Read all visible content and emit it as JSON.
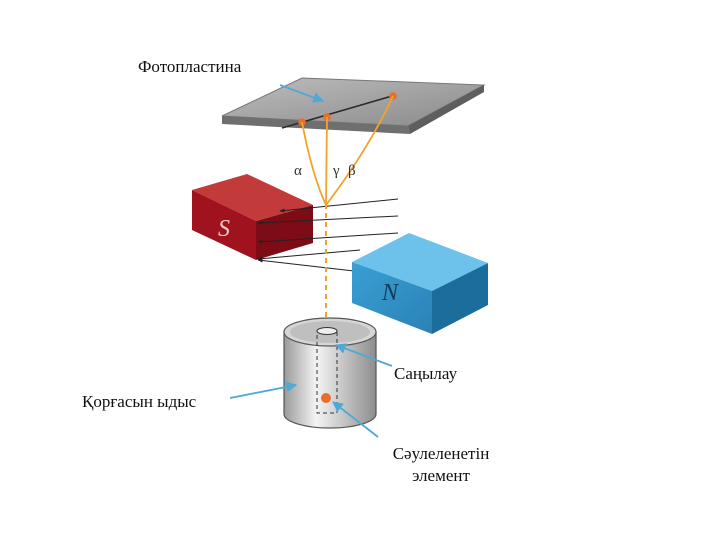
{
  "labels": {
    "photoplate": "Фотопластина",
    "slit": "Саңылау",
    "lead_container": "Қорғасын ыдыс",
    "radiating_element_line1": "Сәулеленетін",
    "radiating_element_line2": "элемент"
  },
  "rays": {
    "alpha": "α",
    "gamma": "γ",
    "beta": "β"
  },
  "magnets": {
    "south": "S",
    "north": "N"
  },
  "colors": {
    "south_magnet": "#a0121e",
    "north_magnet": "#2d8ec3",
    "ray": "#f2a32c",
    "arrow": "#4fa9d6",
    "plate": "#8e8e8e"
  }
}
